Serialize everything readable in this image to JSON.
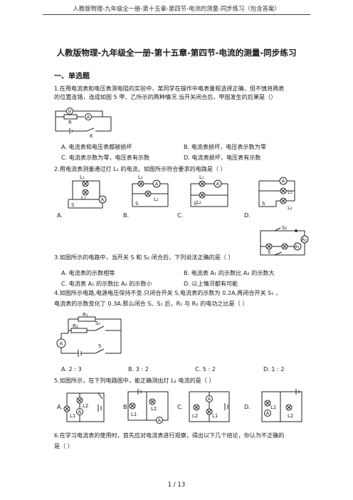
{
  "header": {
    "running_title": "人教版物理-九年级全一册-第十五章-第四节-电流的测量-同步练习（包含答案）"
  },
  "title": "人教版物理-九年级全一册-第十五章-第四节-电流的测量-同步练习",
  "section": "一、单选题",
  "q1": {
    "line1": "1.在用电流表和电压表测电阻的实验中，某同学在操作中电表量程选择正确，但不慎将两表",
    "line2": "的位置连错，连成如图 5 甲、乙所示的两种情况.当开关闭合后，甲图发生的后果是（）",
    "fig_labels": {
      "v": "V",
      "a": "A",
      "r": "R",
      "k": "K"
    },
    "options": [
      "A. 电流表和电压表都被损坏",
      "B. 电流表损坏，电压表示数为零",
      "C. 电流表示数为零，电压表有示数",
      "D. 电流表损坏，电压表有示数"
    ]
  },
  "q2": {
    "stem": "2.用电流表测量通过灯 L₁ 的电流，如图所示符合要求的电路是（    ）",
    "fig_labels": {
      "l1": "L₁",
      "l2": "L₂",
      "s": "S",
      "a": "A"
    },
    "options": [
      "A.",
      "B.",
      "C.",
      "D."
    ]
  },
  "q3": {
    "stem": "3.如图所示的电路中，当开关 S 和 S₂ 闭合后，下列说法正确的是（    ）",
    "fig_labels": {
      "a1": "A₁",
      "a2": "A₂",
      "s": "S",
      "s2": "S₂"
    },
    "options": [
      "A. 电流表的示数相等",
      "B. 电流表 A₁ 的示数比 A₂ 的示数大",
      "C. 电流表 A₁ 的示数比 A₂ 的示数小",
      "D. 以上情况都有可能"
    ]
  },
  "q4": {
    "line1": "4.如图所示电路,电源电压保持不变.只闭合开关 S,电流表的示数为 0.2A,再闭合开关 S₁     ，",
    "line2": "电流表的示数变化了 0.3A.那么闭合 S、S₁ 后，R₁ 与 R₂ 的电功之比是（    ）",
    "fig_labels": {
      "r1": "R₁",
      "r2": "R₂",
      "s1": "S₁",
      "s": "S",
      "a": "A"
    },
    "options": [
      "A. 2 : 3",
      "B. 3 : 2",
      "C. 5 : 2",
      "D. 1 : 2"
    ]
  },
  "q5": {
    "stem": "5.如图所示，在下列电路图中，能正确测出灯 L₂ 电流的是（    ）",
    "fig_labels": {
      "l1": "L1",
      "l2": "L2",
      "a": "A"
    },
    "options": [
      "A.",
      "B.",
      "C.",
      "D."
    ]
  },
  "q6": {
    "line1": "6.在学习电流表的使用时，首先应对电流表进行观察，得出以下几个结论，你认为不正确的",
    "line2": "是（    ）"
  },
  "footer": {
    "page": "1  /  13"
  }
}
